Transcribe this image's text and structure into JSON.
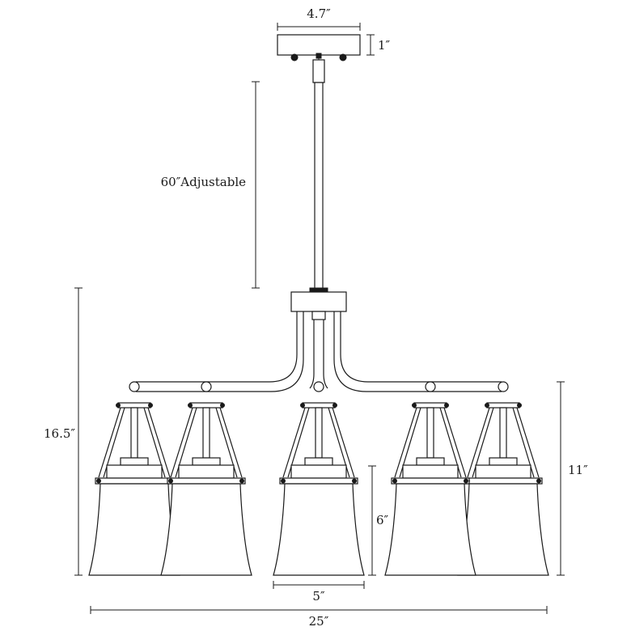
{
  "dimensions": {
    "canopy_width": "4.7″",
    "canopy_height": "1″",
    "rod_length": "60″Adjustable",
    "overall_height": "16.5″",
    "shade_assembly_height": "11″",
    "shade_height": "6″",
    "shade_width": "5″",
    "overall_width": "25″"
  },
  "colors": {
    "line": "#1a1a1a",
    "background": "#ffffff"
  }
}
